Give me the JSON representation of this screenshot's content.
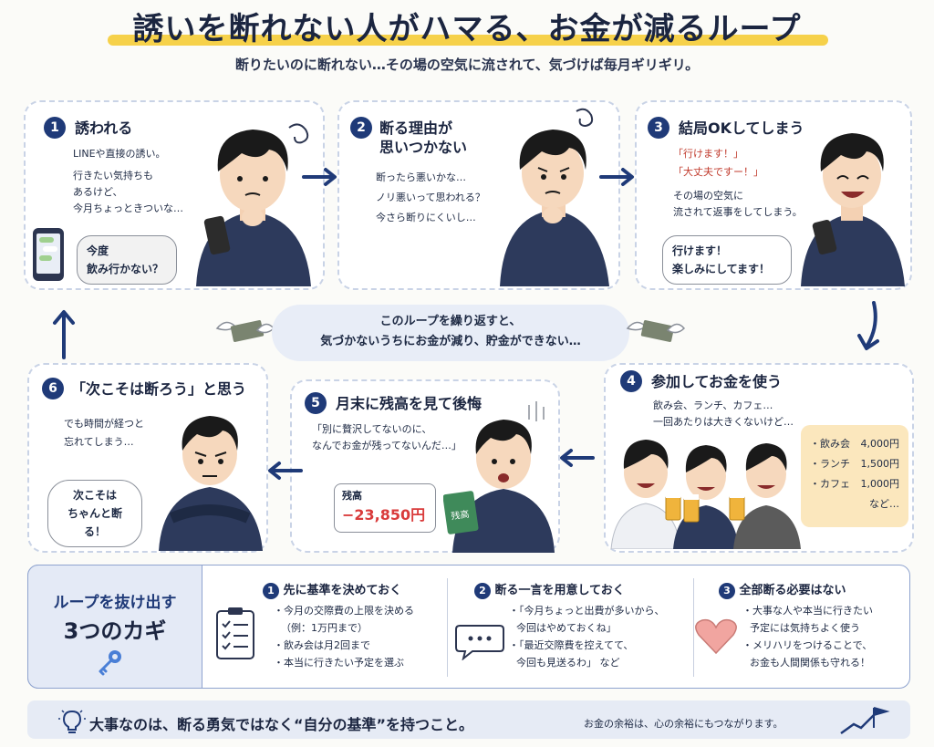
{
  "title": "誘いを断れない人がハマる、お金が減るループ",
  "subtitle": "断りたいのに断れない…その場の空気に流されて、気づけば毎月ギリギリ。",
  "steps": [
    {
      "num": "1",
      "title": "誘われる",
      "lines": [
        "LINEや直接の誘い。",
        "行きたい気持ちも",
        "あるけど、",
        "今月ちょっときついな…"
      ],
      "bubble": [
        "今度",
        "飲み行かない？"
      ]
    },
    {
      "num": "2",
      "title": [
        "断る理由が",
        "思いつかない"
      ],
      "lines": [
        "断ったら悪いかな…",
        "ノリ悪いって思われる？",
        "今さら断りにくいし…"
      ]
    },
    {
      "num": "3",
      "title": "結局OKしてしまう",
      "quotes": [
        "「行けます！」",
        "「大丈夫ですー！」"
      ],
      "lines": [
        "その場の空気に",
        "流されて返事をしてしまう。"
      ],
      "bubble": [
        "行けます！",
        "楽しみにしてます！"
      ]
    },
    {
      "num": "4",
      "title": "参加してお金を使う",
      "lines": [
        "飲み会、ランチ、カフェ…",
        "一回あたりは大きくないけど…"
      ],
      "costs": [
        {
          "label": "・飲み会",
          "amount": "4,000円"
        },
        {
          "label": "・ランチ",
          "amount": "1,500円"
        },
        {
          "label": "・カフェ",
          "amount": "1,000円"
        }
      ],
      "costs_more": "など…"
    },
    {
      "num": "5",
      "title": "月末に残高を見て後悔",
      "lines": [
        "「別に贅沢してないのに、",
        "なんでお金が残ってないんだ…」"
      ],
      "balance_label": "残高",
      "balance_value": "−23,850円",
      "book_label": "残高"
    },
    {
      "num": "6",
      "title": "「次こそは断ろう」と思う",
      "lines": [
        "でも時間が経つと",
        "忘れてしまう…"
      ],
      "bubble": [
        "次こそは",
        "ちゃんと断る！"
      ]
    }
  ],
  "loop_message": [
    "このループを繰り返すと、",
    "気づかないうちにお金が減り、貯金ができない…"
  ],
  "keys": {
    "heading_1": "ループを抜け出す",
    "heading_2": "3つのカギ",
    "items": [
      {
        "num": "1",
        "title": "先に基準を決めておく",
        "lines": [
          "・今月の交際費の上限を決める",
          "（例：1万円まで）",
          "・飲み会は月2回まで",
          "・本当に行きたい予定を選ぶ"
        ]
      },
      {
        "num": "2",
        "title": "断る一言を用意しておく",
        "lines": [
          "・「今月ちょっと出費が多いから、",
          "今回はやめておくね」",
          "・「最近交際費を控えてて、",
          "今回も見送るわ」 など"
        ]
      },
      {
        "num": "3",
        "title": "全部断る必要はない",
        "lines": [
          "・大事な人や本当に行きたい",
          "予定には気持ちよく使う",
          "・メリハリをつけることで、",
          "お金も人間関係も守れる！"
        ]
      }
    ]
  },
  "footer": {
    "main": "大事なのは、断る勇気ではなく“自分の基準”を持つこと。",
    "sub": "お金の余裕は、心の余裕にもつながります。"
  },
  "colors": {
    "navy": "#1f3a78",
    "accent_yellow": "#f6d14a",
    "minus_red": "#d93b3b",
    "cost_box": "#fbe7bd"
  }
}
